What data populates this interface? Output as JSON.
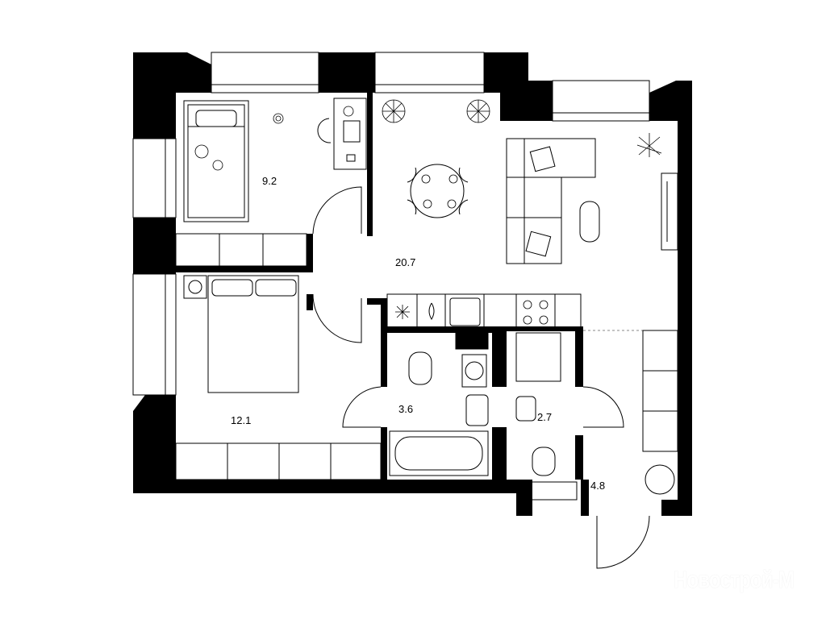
{
  "plan": {
    "rooms": [
      {
        "id": "children-bedroom",
        "area": "9.2"
      },
      {
        "id": "living-kitchen",
        "area": "20.7"
      },
      {
        "id": "bedroom",
        "area": "12.1"
      },
      {
        "id": "bathroom",
        "area": "3.6"
      },
      {
        "id": "toilet",
        "area": "2.7"
      },
      {
        "id": "hallway",
        "area": "4.8"
      }
    ],
    "watermark": "Новострой-М"
  }
}
